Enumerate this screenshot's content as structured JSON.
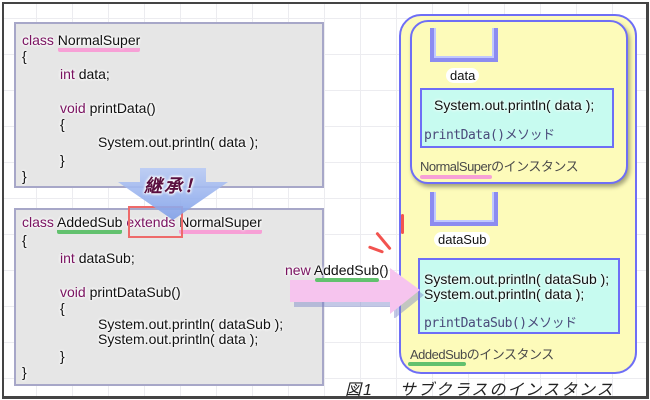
{
  "super_class": {
    "lines": [
      {
        "kw": "class",
        "text": "NormalSuper"
      },
      {
        "text": "{"
      },
      {
        "kw": "int",
        "text": "data;"
      },
      {
        "kw": "void",
        "text": "printData()"
      },
      {
        "text": "{"
      },
      {
        "text": "System.out.println( data );"
      },
      {
        "text": "}"
      },
      {
        "text": "}"
      }
    ]
  },
  "sub_class": {
    "class_kw": "class",
    "name": "AddedSub",
    "extends_kw": "extends",
    "parent": "NormalSuper",
    "lines": [
      {
        "text": "{"
      },
      {
        "kw": "int",
        "text": "dataSub;"
      },
      {
        "kw": "void",
        "text": "printDataSub()"
      },
      {
        "text": "{"
      },
      {
        "text": "System.out.println( dataSub );"
      },
      {
        "text": "System.out.println( data );"
      },
      {
        "text": "}"
      },
      {
        "text": "}"
      }
    ]
  },
  "inheritance_label": "継承！",
  "new_expression": {
    "kw": "new",
    "text": "AddedSub()"
  },
  "sub_instance": {
    "variable": "dataSub",
    "method_code": [
      "System.out.println( dataSub );",
      "System.out.println( data );"
    ],
    "method_name": "printDataSub()メソッド",
    "label_name": "AddedSub",
    "label_suffix": "のインスタンス"
  },
  "super_instance": {
    "variable": "data",
    "method_code": [
      "System.out.println( data );"
    ],
    "method_name": "printData()メソッド",
    "label_name": "NormalSuper",
    "label_suffix": "のインスタンス"
  },
  "caption": {
    "figure": "図1",
    "title": "サブクラスのインスタンス"
  },
  "colors": {
    "keyword": "#7a1260",
    "super_highlight": "#f7a0d6",
    "sub_highlight": "#62c16e",
    "instance_fill": "#fdfbba",
    "instance_border": "#6e6ef6",
    "method_fill": "#c7fbf0",
    "extends_box": "#ee6a6a"
  }
}
